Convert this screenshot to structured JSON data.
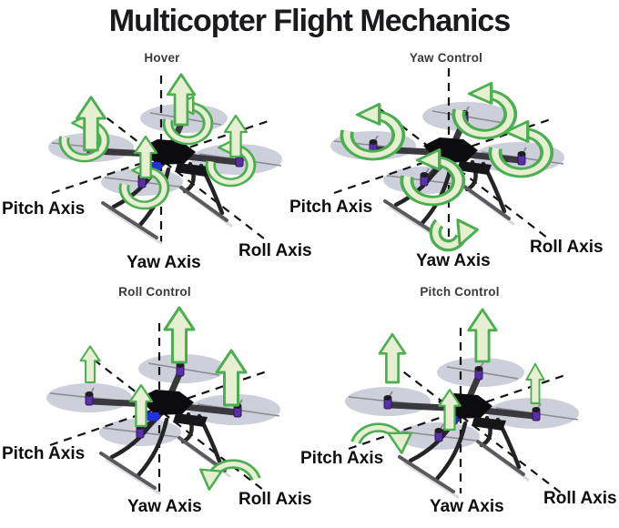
{
  "title": "Multicopter Flight Mechanics",
  "colors": {
    "background": "#ffffff",
    "title_text": "#1b1b1f",
    "label_text": "#0e0e10",
    "section_title_text": "#3a3a3a",
    "arrow_fill": "#e7efd2",
    "arrow_stroke": "#4cae50",
    "rotor_disc": "#c9cbd8",
    "axis_line": "#141414",
    "motor_purple": "#5b2fa8",
    "frame_black": "#0c0c0e",
    "esc_blue": "#2431d8"
  },
  "icons": {
    "thrust": "up-arrow-icon",
    "rotor_spin": "circular-rotation-arrow-icon",
    "yaw_rotation": "swoosh-rotation-arrow-icon",
    "roll_rotation": "arch-rotation-arrow-left-icon",
    "pitch_rotation": "arch-rotation-arrow-right-icon"
  },
  "quadrants": [
    {
      "id": "hover",
      "title": "Hover",
      "pitch_label": "Pitch Axis",
      "yaw_label": "Yaw Axis",
      "roll_label": "Roll Axis"
    },
    {
      "id": "yaw-control",
      "title": "Yaw Control",
      "pitch_label": "Pitch Axis",
      "yaw_label": "Yaw Axis",
      "roll_label": "Roll Axis"
    },
    {
      "id": "roll-control",
      "title": "Roll Control",
      "pitch_label": "Pitch Axis",
      "yaw_label": "Yaw Axis",
      "roll_label": "Roll Axis"
    },
    {
      "id": "pitch-control",
      "title": "Pitch Control",
      "pitch_label": "Pitch Axis",
      "yaw_label": "Yaw Axis",
      "roll_label": "Roll Axis"
    }
  ]
}
